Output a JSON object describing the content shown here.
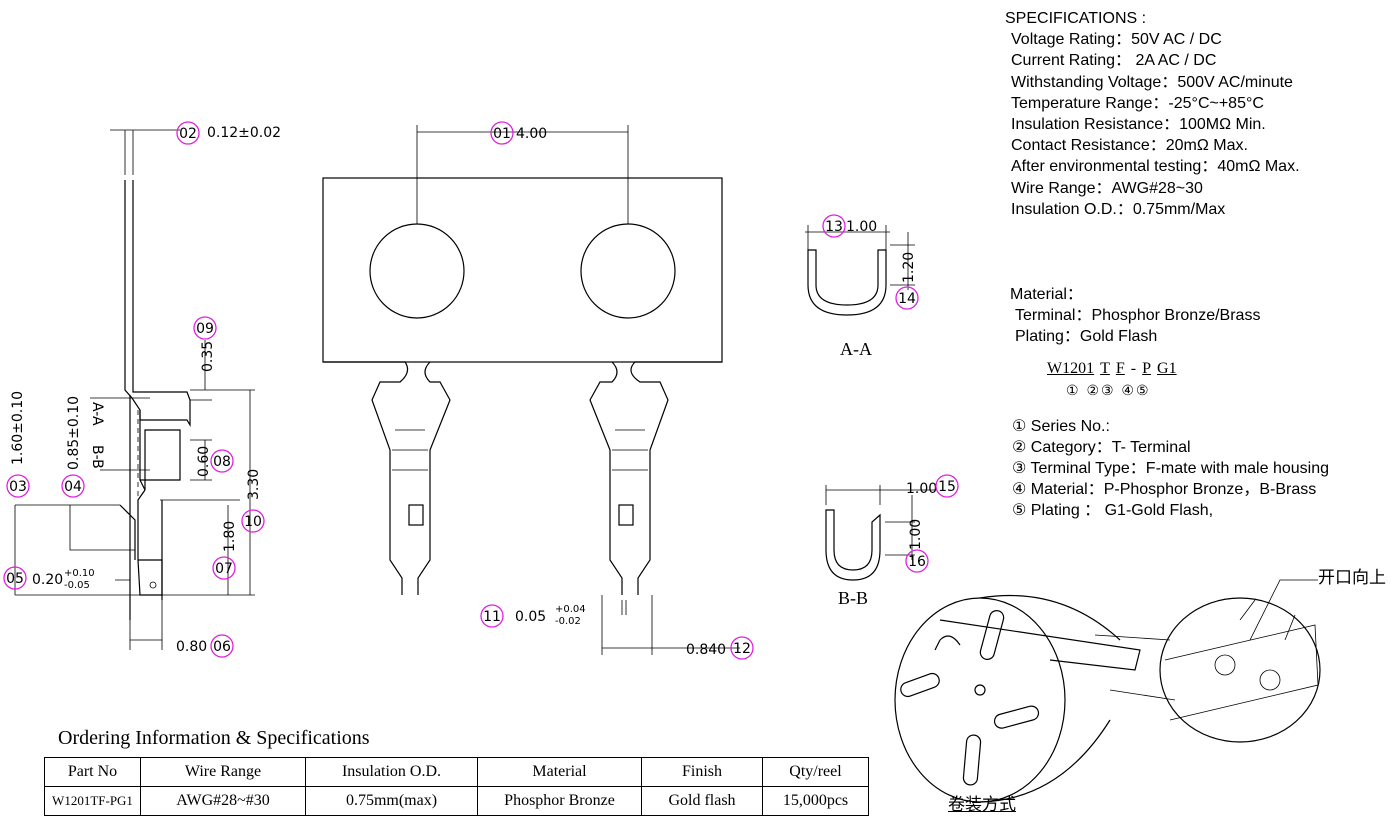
{
  "specifications": {
    "title": "SPECIFICATIONS :",
    "lines": [
      "Voltage Rating：50V AC / DC",
      "Current Rating：  2A  AC / DC",
      "Withstanding Voltage：500V AC/minute",
      "Temperature Range：-25°C~+85°C",
      "Insulation Resistance：100MΩ Min.",
      "Contact Resistance：20mΩ Max.",
      "After environmental testing：40mΩ Max.",
      "Wire Range：AWG#28~30",
      "Insulation  O.D.：0.75mm/Max"
    ]
  },
  "material": {
    "title": "Material：",
    "terminal": "Terminal：Phosphor  Bronze/Brass",
    "plating": "Plating：Gold Flash"
  },
  "part_code": {
    "segments": [
      "W1201",
      "T",
      "F",
      "-",
      "P",
      "G1"
    ],
    "numbers": "①  ②③  ④⑤"
  },
  "legend": [
    "① Series No.:",
    "② Category：T- Terminal",
    "③ Terminal Type：F-mate with male housing",
    "④ Material：P-Phosphor Bronze，B-Brass",
    "⑤ Plating ：  G1-Gold Flash,"
  ],
  "dimensions": {
    "d01": "4.00",
    "d02": "0.12±0.02",
    "d03": "1.60±0.10",
    "d04": "0.85±0.10",
    "d05": "0.20",
    "d05_tol_plus": "+0.10",
    "d05_tol_minus": "-0.05",
    "d06": "0.80",
    "d07": "1.80",
    "d08": "0.60",
    "d09": "0.35",
    "d10": "3.30",
    "d11": "0.05",
    "d11_tol_plus": "+0.04",
    "d11_tol_minus": "-0.02",
    "d12": "0.840",
    "d13": "1.00",
    "d14": "1.20",
    "d15": "1.00",
    "d16": "1.00"
  },
  "callouts": [
    "01",
    "02",
    "03",
    "04",
    "05",
    "06",
    "07",
    "08",
    "09",
    "10",
    "11",
    "12",
    "13",
    "14",
    "15",
    "16"
  ],
  "section_labels": {
    "aa": "A-A",
    "bb": "B-B",
    "aa_side": "A-A",
    "bb_side": "B-B"
  },
  "ordering": {
    "title": "Ordering Information & Specifications",
    "headers": [
      "Part No",
      "Wire Range",
      "Insulation O.D.",
      "Material",
      "Finish",
      "Qty/reel"
    ],
    "rows": [
      [
        "W1201TF-PG1",
        "AWG#28~#30",
        "0.75mm(max)",
        "Phosphor Bronze",
        "Gold flash",
        "15,000pcs"
      ]
    ]
  },
  "reel": {
    "caption": "卷装方式",
    "note": "开口向上"
  },
  "colors": {
    "callout": "#e020e0",
    "line": "#000000"
  }
}
